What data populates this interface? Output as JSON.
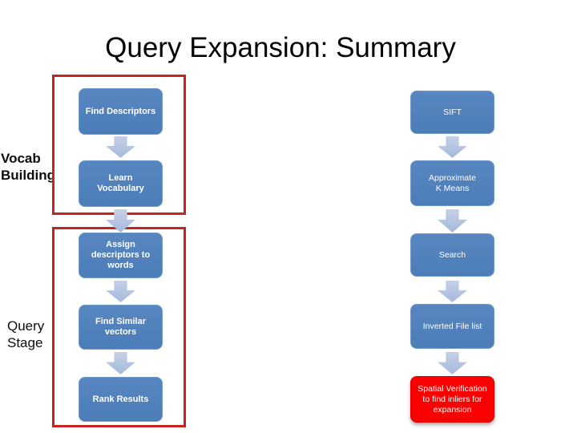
{
  "title": "Query Expansion: Summary",
  "stages": [
    {
      "name": "Vocab Building",
      "label": "Vocab\nBuilding"
    },
    {
      "name": "Query Stage",
      "label": "Query\nStage"
    }
  ],
  "flow": {
    "left": [
      "Find Descriptors",
      "Learn\nVocabulary",
      "Assign\ndescriptors to\nwords",
      "Find Similar\nvectors",
      "Rank Results"
    ],
    "right": [
      "SIFT",
      "Approximate\nK Means",
      "Search",
      "Inverted File list",
      "Spatial Verification\nto find inliers for\nexpansion"
    ]
  },
  "icons": {
    "flow_connector": "down-arrow"
  },
  "colors": {
    "box_blue": "#4f81bd",
    "arrow_blue": "#aebfdd",
    "group_outline_red": "#c62421",
    "highlight_box_red": "#fb0000",
    "box_text": "#ffffff",
    "title_text": "#000000"
  }
}
